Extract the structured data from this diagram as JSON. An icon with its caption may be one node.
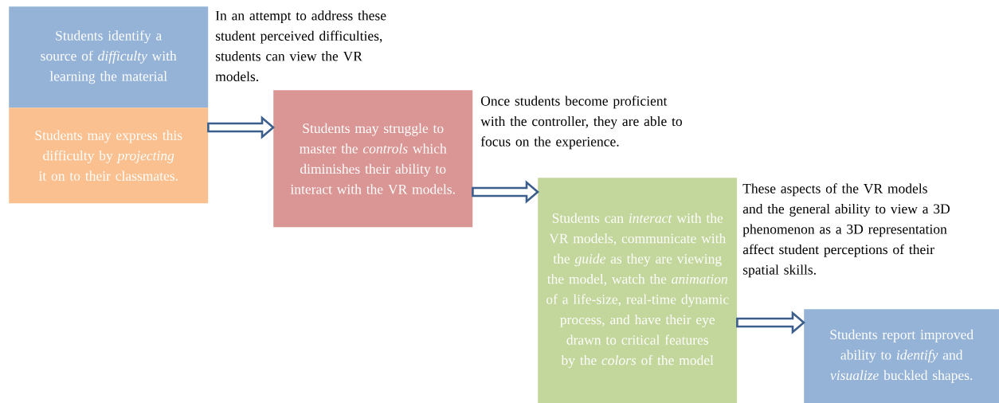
{
  "diagram": {
    "nodes": [
      {
        "text": [
          "Students identify a source of *difficulty* with learning the material"
        ]
      },
      {
        "text": [
          "Students may express this difficulty by *projecting* it on to their classmates."
        ]
      },
      {
        "text": [
          "Students may struggle to master the *controls* which diminishes their ability to interact with the VR models."
        ]
      },
      {
        "text": [
          "Students can *interact* with the VR models, communicate with the *guide* as they are viewing the model, watch the *animation*  of a life-size, real-time dynamic process, and have their eye drawn to critical features by the *colors* of the model"
        ]
      },
      {
        "text": [
          "Students report improved ability to *identify* and *visualize* buckled shapes."
        ]
      }
    ],
    "edges": [
      {
        "from": 1,
        "to": 2,
        "arrow": "to",
        "label": "In an attempt to address these student perceived difficulties, students can view the VR models."
      },
      {
        "from": 2,
        "to": 3,
        "arrow": "to",
        "label": "Once students become proficient with the controller, they are able to focus on the experience."
      },
      {
        "from": 3,
        "to": 4,
        "arrow": "to",
        "label": "These aspects of the VR models and the general ability to view a 3D phenomenon as a 3D representation affect student perceptions of their spatial skills."
      }
    ]
  }
}
